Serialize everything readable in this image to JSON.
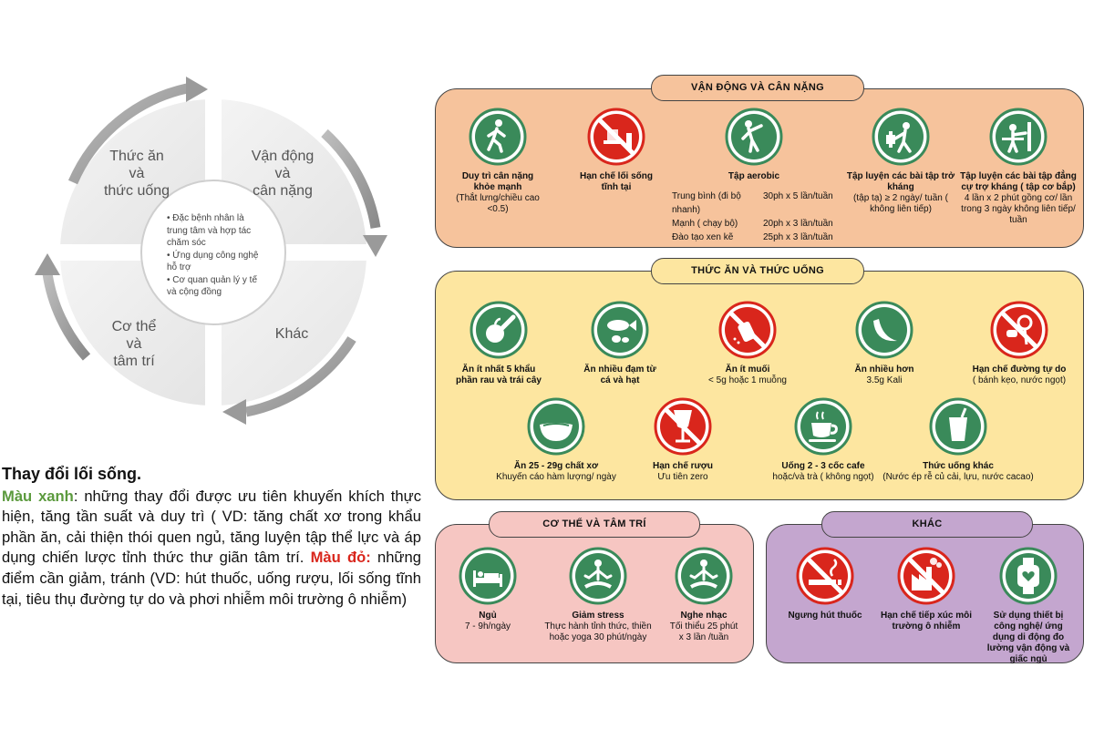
{
  "cycle": {
    "quadrants": [
      {
        "lines": [
          "Thức ăn",
          "và",
          "thức uống"
        ]
      },
      {
        "lines": [
          "Vận động",
          "và",
          "cân nặng"
        ]
      },
      {
        "lines": [
          "Cơ thể",
          "và",
          "tâm trí"
        ]
      },
      {
        "lines": [
          "Khác"
        ]
      }
    ],
    "center": [
      "• Đặc bệnh nhân là",
      "trung tâm và hợp tác",
      "chăm sóc",
      "• Ứng dụng công nghệ",
      "hỗ trợ",
      "• Cơ quan quản lý y tế",
      "và cộng đồng"
    ]
  },
  "lifestyle": {
    "heading": "Thay đổi lối sống.",
    "green_label": "Màu xanh",
    "green_text": ": những thay đổi được ưu tiên khuyến khích thực hiện, tăng tần suất và duy trì ( VD: tăng chất xơ trong khẩu phần ăn, cải thiện thói quen ngủ, tăng luyện tập thể lực và áp dụng chiến lược tỉnh thức thư giãn tâm trí. ",
    "red_label": "Màu đỏ:",
    "red_text": " những điểm cần giảm, tránh (VD: hút thuốc, uống rượu, lối sống tĩnh tại, tiêu thụ đường tự do và phơi nhiễm môi trường ô nhiễm)"
  },
  "colors": {
    "green": "#3a8a5a",
    "red": "#d9261c",
    "peach": "#f6c39c",
    "yellow": "#fde6a0",
    "pink": "#f6c6c2",
    "purple": "#c4a6cf"
  },
  "panels": {
    "exercise": {
      "title": "VẬN ĐỘNG VÀ CÂN NẶNG",
      "items": [
        {
          "icon": "walking-person-icon",
          "bold": "Duy trì cân nặng khỏe mạnh",
          "text": "(Thắt lưng/chiều cao <0.5)"
        },
        {
          "icon": "no-sitting-icon",
          "bold": "Hạn chế lối sống tĩnh tại",
          "text": ""
        },
        {
          "icon": "aerobic-exercise-icon",
          "bold": "Tập aerobic",
          "rows": [
            [
              "Trung bình (đi bộ nhanh)",
              "30ph x 5 lần/tuần"
            ],
            [
              "Mạnh ( chạy bộ)",
              "20ph x 3 lần/tuần"
            ],
            [
              "Đào tạo xen kẽ",
              "25ph x 3 lần/tuần"
            ]
          ]
        },
        {
          "icon": "dumbbell-icon",
          "bold": "Tập luyện các bài tập trở kháng",
          "text": "(tập tạ) ≥ 2 ngày/ tuần ( không liên tiếp)"
        },
        {
          "icon": "wall-push-icon",
          "bold": "Tập luyện các bài tập đẳng cự trợ kháng ( tập cơ bắp)",
          "text": "4 lần x 2 phút gồng cơ/ lần trong 3 ngày không liên tiếp/ tuần"
        }
      ]
    },
    "food": {
      "title": "THỨC ĂN VÀ THỨC UỐNG",
      "items": [
        {
          "icon": "vegetables-icon",
          "bold": "Ăn ít nhất 5 khẩu phần rau và trái cây",
          "text": ""
        },
        {
          "icon": "fish-nuts-icon",
          "bold": "Ăn nhiều đạm từ cá và hạt",
          "text": ""
        },
        {
          "icon": "no-salt-icon",
          "bold": "Ăn ít muối",
          "text2": "< 5g hoặc 1 muỗng"
        },
        {
          "icon": "banana-icon",
          "bold": "Ăn nhiều hơn",
          "text2": "3.5g Kali"
        },
        {
          "icon": "no-sweets-icon",
          "bold": "Hạn chế đường tự do",
          "text2": "( bánh kẹo, nước ngọt)"
        },
        {
          "icon": "fiber-bowl-icon",
          "bold": "Ăn 25 - 29g chất xơ",
          "text2": "Khuyến cáo hàm lượng/ ngày"
        },
        {
          "icon": "no-alcohol-icon",
          "bold": "Hạn chế rượu",
          "text2": "Ưu tiên zero"
        },
        {
          "icon": "coffee-cup-icon",
          "bold": "Uống 2 - 3 cốc cafe",
          "text2": "hoặc/và trà ( không ngọt)"
        },
        {
          "icon": "juice-cup-icon",
          "bold": "Thức uống khác",
          "text2": "(Nước ép rễ củ cải, lựu, nước cacao)"
        }
      ]
    },
    "body": {
      "title": "CƠ THỂ VÀ TÂM TRÍ",
      "items": [
        {
          "icon": "sleep-bed-icon",
          "bold": "Ngủ",
          "text2": "7 - 9h/ngày"
        },
        {
          "icon": "meditation-icon",
          "bold": "Giảm stress",
          "text2": "Thực hành tỉnh thức, thiền hoặc yoga 30 phút/ngày"
        },
        {
          "icon": "music-meditation-icon",
          "bold": "Nghe nhạc",
          "text2": "Tối thiểu 25 phút x 3 lần /tuần"
        }
      ]
    },
    "other": {
      "title": "KHÁC",
      "items": [
        {
          "icon": "no-smoking-icon",
          "bold": "Ngưng hút thuốc",
          "text2": ""
        },
        {
          "icon": "no-pollution-icon",
          "bold": "Hạn chế tiếp xúc môi trường ô nhiễm",
          "text2": ""
        },
        {
          "icon": "smartwatch-icon",
          "bold": "Sử dụng thiết bị công nghệ/ ứng dụng di động đo lường vận động và giấc ngủ",
          "text2": ""
        }
      ]
    }
  }
}
